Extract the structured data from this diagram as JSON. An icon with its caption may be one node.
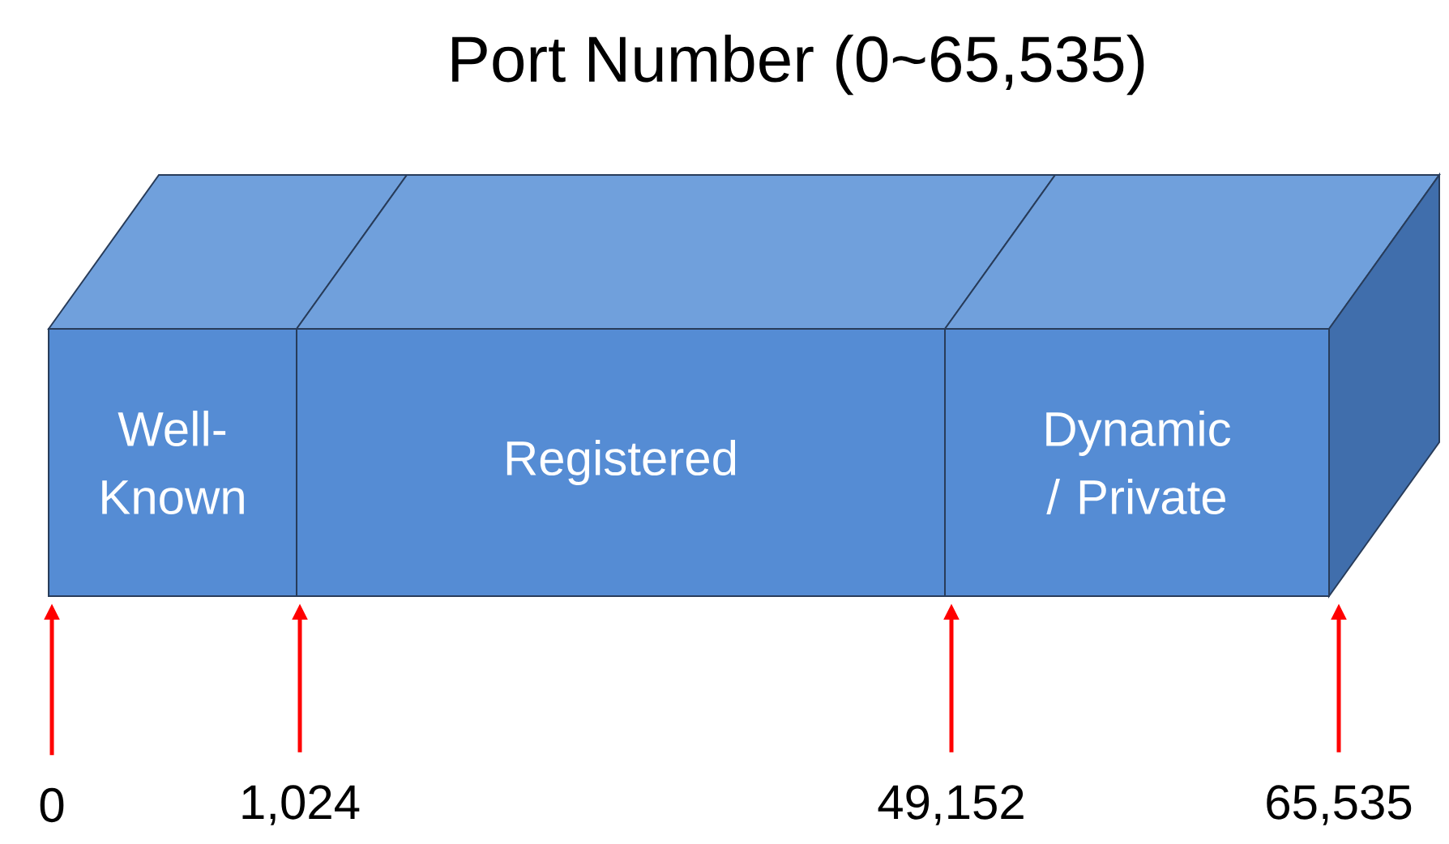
{
  "diagram": {
    "title": "Port Number (0~65,535)",
    "nodes": [
      {
        "text": [
          "Well-Known"
        ]
      },
      {
        "text": [
          "Registered"
        ]
      },
      {
        "text": [
          "Dynamic / Private"
        ]
      },
      {
        "text": [
          "0"
        ]
      },
      {
        "text": [
          "1,024"
        ]
      },
      {
        "text": [
          "49,152"
        ]
      },
      {
        "text": [
          "65,535"
        ]
      }
    ],
    "edges": [
      {
        "from": 3,
        "to": 0,
        "arrow": "to"
      },
      {
        "from": 4,
        "to": 1,
        "arrow": "to"
      },
      {
        "from": 5,
        "to": 2,
        "arrow": "to"
      },
      {
        "from": 6,
        "to": 2,
        "arrow": "to"
      }
    ]
  }
}
